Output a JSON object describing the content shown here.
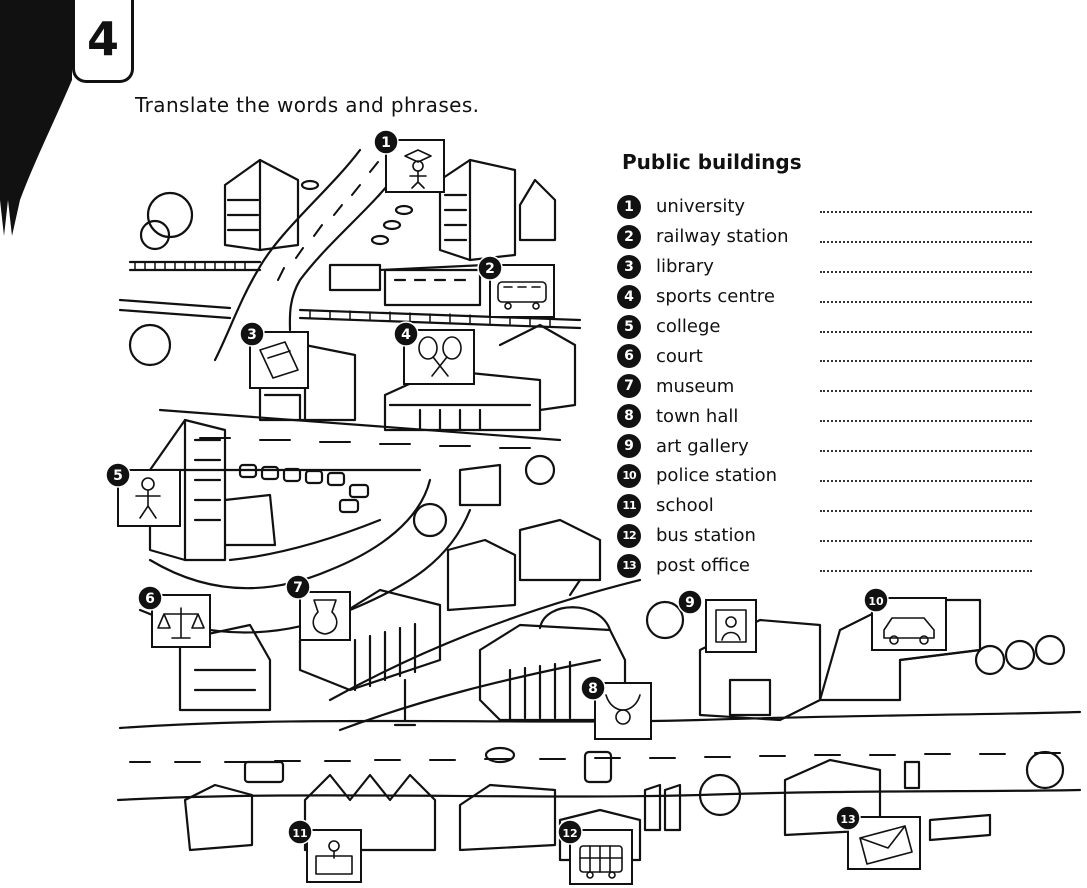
{
  "exercise": {
    "number": "4"
  },
  "instruction": "Translate the words and phrases.",
  "section_title": "Public buildings",
  "vocabulary": [
    {
      "number": "1",
      "word": "university"
    },
    {
      "number": "2",
      "word": "railway station"
    },
    {
      "number": "3",
      "word": "library"
    },
    {
      "number": "4",
      "word": "sports centre"
    },
    {
      "number": "5",
      "word": "college"
    },
    {
      "number": "6",
      "word": "court"
    },
    {
      "number": "7",
      "word": "museum"
    },
    {
      "number": "8",
      "word": "town hall"
    },
    {
      "number": "9",
      "word": "art gallery"
    },
    {
      "number": "10",
      "word": "police station"
    },
    {
      "number": "11",
      "word": "school"
    },
    {
      "number": "12",
      "word": "bus station"
    },
    {
      "number": "13",
      "word": "post office"
    }
  ],
  "map": {
    "markers": [
      "1",
      "2",
      "3",
      "4",
      "5",
      "6",
      "7",
      "8",
      "9",
      "10",
      "11",
      "12",
      "13"
    ],
    "sign_icons": [
      "graduate-icon",
      "train-icon",
      "books-icon",
      "rackets-icon",
      "student-icon",
      "scales-icon",
      "vase-icon",
      "mayor-chain-icon",
      "portrait-icon",
      "police-car-icon",
      "teacher-icon",
      "bus-icon",
      "envelope-icon"
    ]
  },
  "colors": {
    "ink": "#111111",
    "paper": "#ffffff"
  }
}
